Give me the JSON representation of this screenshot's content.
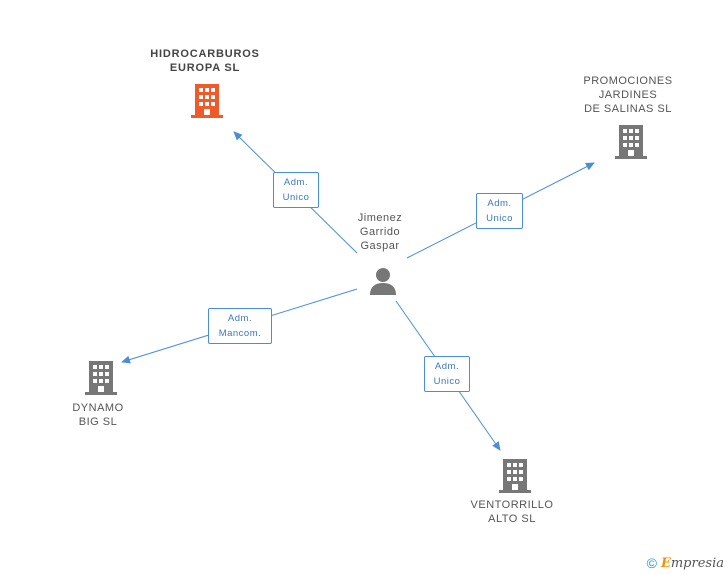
{
  "person": {
    "lines": [
      "Jimenez",
      "Garrido",
      "Gaspar"
    ],
    "icon": "person-icon"
  },
  "companies": {
    "hidrocarburos": {
      "lines": [
        "HIDROCARBUROS",
        "EUROPA  SL"
      ],
      "color": "#f05a28",
      "icon": "building-icon"
    },
    "promociones": {
      "lines": [
        "PROMOCIONES",
        "JARDINES",
        "DE SALINAS SL"
      ],
      "color": "#777777",
      "icon": "building-icon"
    },
    "dynamo": {
      "lines": [
        "DYNAMO",
        "BIG SL"
      ],
      "color": "#777777",
      "icon": "building-icon"
    },
    "ventorrillo": {
      "lines": [
        "VENTORRILLO",
        "ALTO SL"
      ],
      "color": "#777777",
      "icon": "building-icon"
    }
  },
  "relations": {
    "hidrocarburos": [
      "Adm.",
      "Unico"
    ],
    "promociones": [
      "Adm.",
      "Unico"
    ],
    "dynamo": [
      "Adm.",
      "Mancom."
    ],
    "ventorrillo": [
      "Adm.",
      "Unico"
    ]
  },
  "colors": {
    "edge": "#4a8fd6",
    "person": "#777777"
  },
  "footer": {
    "copyright": "©",
    "brand_initial": "E",
    "brand_rest": "mpresia"
  }
}
